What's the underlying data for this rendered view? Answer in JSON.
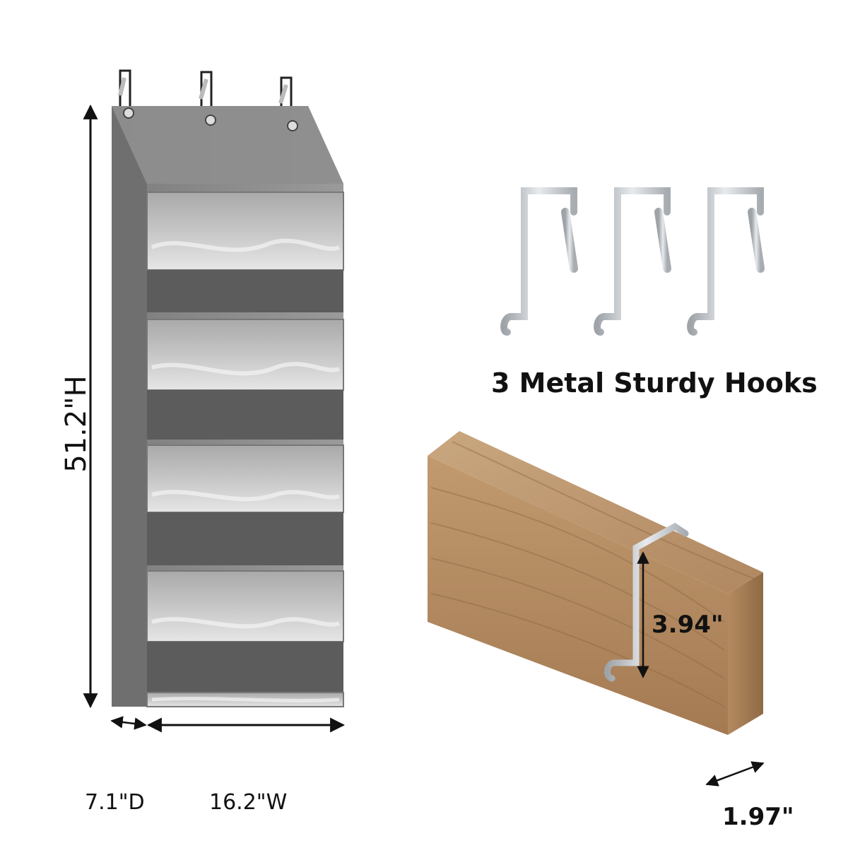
{
  "dimensions": {
    "height": "51.2\"H",
    "depth": "7.1\"D",
    "width": "16.2\"W"
  },
  "hooks": {
    "caption": "3 Metal Sturdy Hooks"
  },
  "door_detail": {
    "hook_depth": "3.94\"",
    "door_thickness": "1.97\""
  },
  "colors": {
    "organizer_fabric": "#8a8a8a",
    "pocket_clear": "#d9d9d9",
    "hook_metal": "#c6c9cc",
    "wood": "#b98e5e"
  }
}
